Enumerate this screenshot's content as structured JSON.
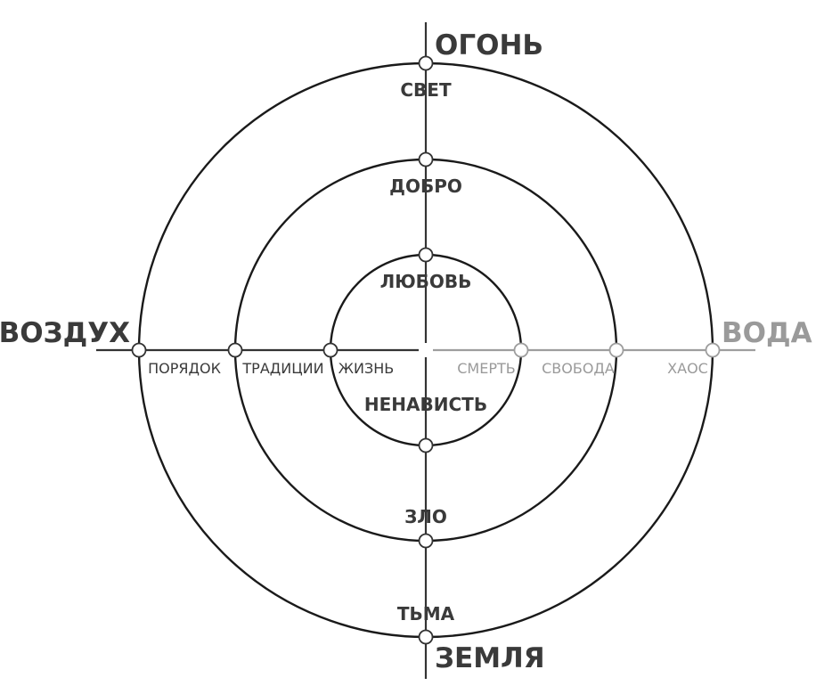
{
  "elements": {
    "top": "ОГОНЬ",
    "bottom": "ЗЕМЛЯ",
    "left": "ВОЗДУХ",
    "right": "ВОДА"
  },
  "vertical_axis": {
    "outer_top": "СВЕТ",
    "middle_top": "ДОБРО",
    "inner_top": "ЛЮБОВЬ",
    "inner_bottom": "НЕНАВИСТЬ",
    "middle_bottom": "ЗЛО",
    "outer_bottom": "ТЬМА"
  },
  "horizontal_axis": {
    "outer_left": "ПОРЯДОК",
    "middle_left": "ТРАДИЦИИ",
    "inner_left": "ЖИЗНЬ",
    "inner_right": "СМЕРТЬ",
    "middle_right": "СВОБОДА",
    "outer_right": "ХАОС"
  },
  "colors": {
    "dark": "#3a3a3a",
    "light": "#9a9a9a",
    "ring": "#1a1a1a"
  }
}
